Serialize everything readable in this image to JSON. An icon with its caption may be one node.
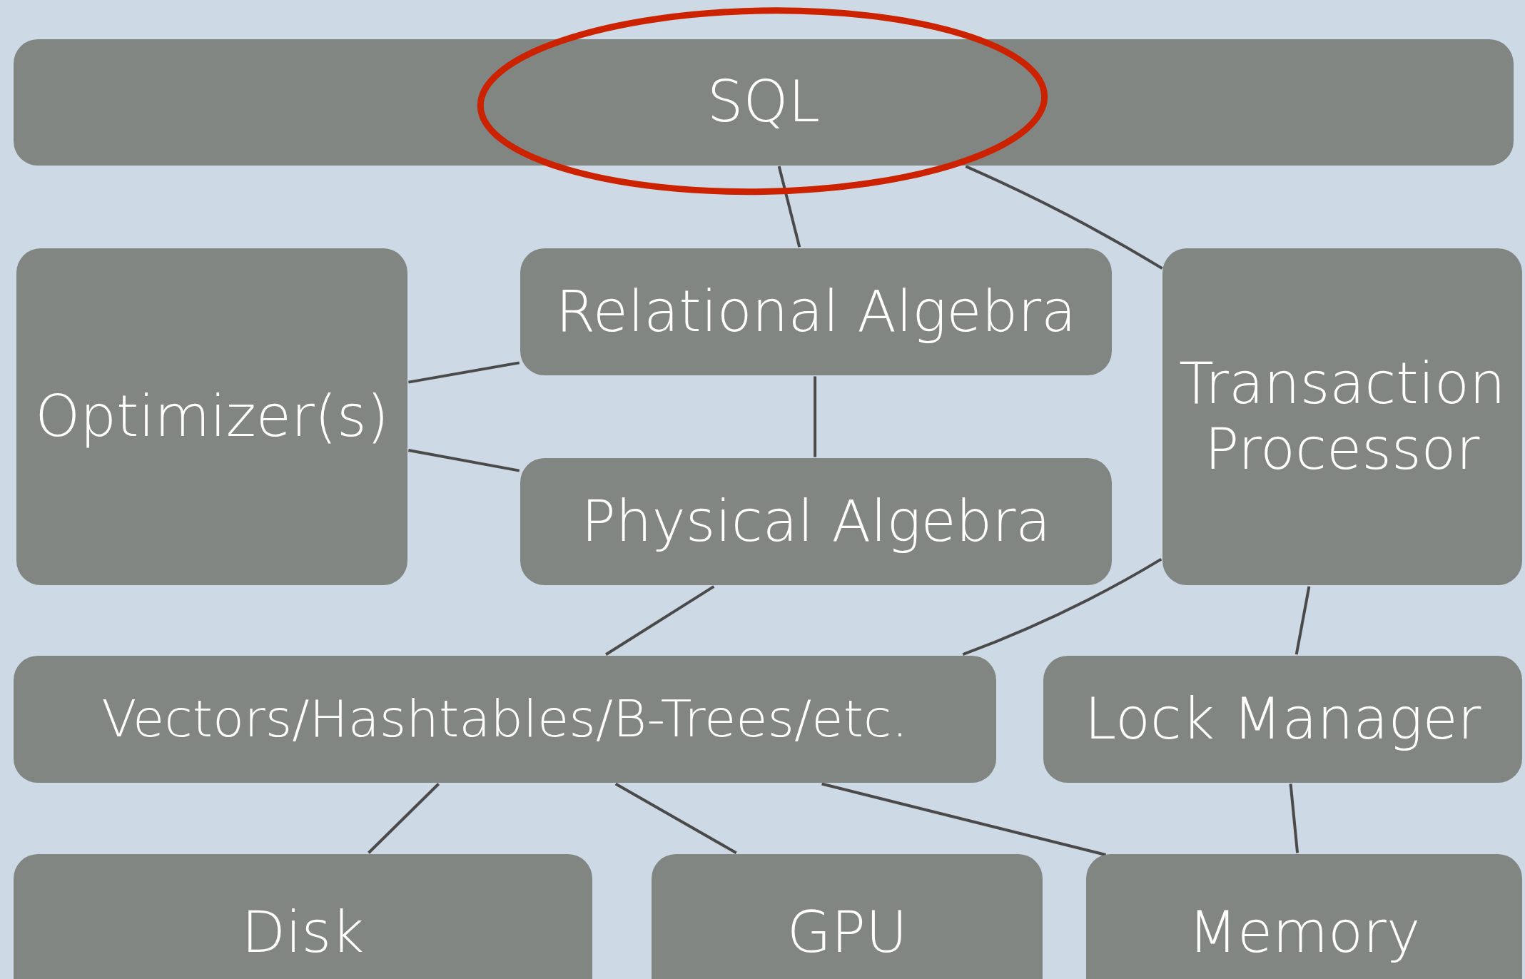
{
  "diagram": {
    "nodes": [
      {
        "text": [
          "SQL"
        ]
      },
      {
        "text": [
          "Optimizer(s)"
        ]
      },
      {
        "text": [
          "Relational Algebra"
        ]
      },
      {
        "text": [
          "Transaction Processor"
        ]
      },
      {
        "text": [
          "Physical Algebra"
        ]
      },
      {
        "text": [
          "Vectors/Hashtables/B-Trees/etc."
        ]
      },
      {
        "text": [
          "Lock Manager"
        ]
      },
      {
        "text": [
          "Disk"
        ]
      },
      {
        "text": [
          "GPU"
        ]
      },
      {
        "text": [
          "Memory"
        ]
      }
    ],
    "edges": [
      {
        "from": 0,
        "to": 2,
        "arrow": "none"
      },
      {
        "from": 0,
        "to": 3,
        "arrow": "none"
      },
      {
        "from": 1,
        "to": 2,
        "arrow": "none"
      },
      {
        "from": 1,
        "to": 4,
        "arrow": "none"
      },
      {
        "from": 2,
        "to": 4,
        "arrow": "none"
      },
      {
        "from": 4,
        "to": 5,
        "arrow": "none"
      },
      {
        "from": 3,
        "to": 5,
        "arrow": "none"
      },
      {
        "from": 3,
        "to": 6,
        "arrow": "none"
      },
      {
        "from": 5,
        "to": 7,
        "arrow": "none"
      },
      {
        "from": 5,
        "to": 8,
        "arrow": "none"
      },
      {
        "from": 5,
        "to": 9,
        "arrow": "none"
      },
      {
        "from": 6,
        "to": 9,
        "arrow": "none"
      }
    ]
  }
}
